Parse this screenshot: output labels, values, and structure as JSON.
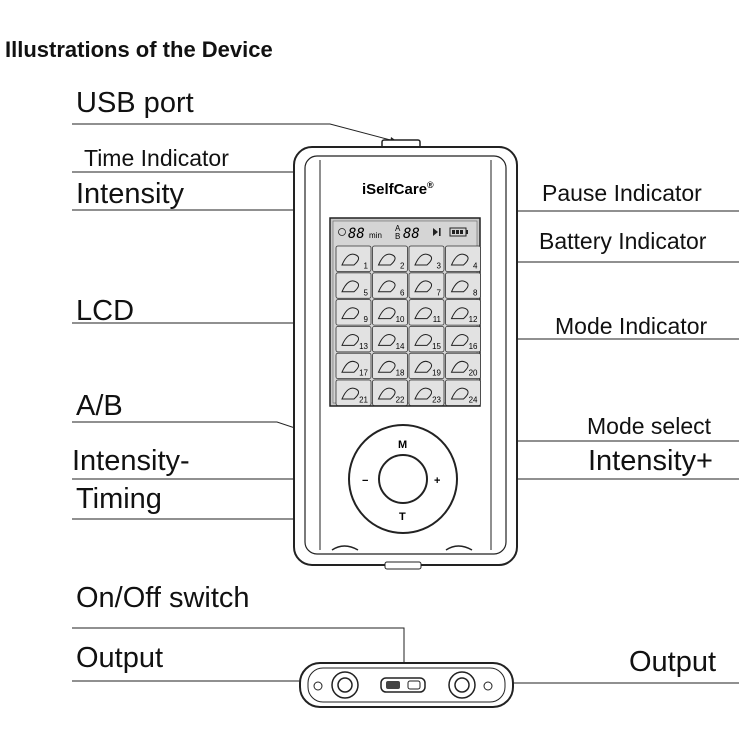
{
  "title": "Illustrations of the Device",
  "labels": {
    "usb_port": "USB  port",
    "time_indicator": "Time Indicator",
    "intensity": "Intensity",
    "pause_indicator": "Pause Indicator",
    "battery_indicator": "Battery Indicator",
    "lcd": "LCD",
    "mode_indicator": "Mode Indicator",
    "ab": "A/B",
    "mode_select": "Mode select",
    "intensity_minus": "Intensity-",
    "intensity_plus": "Intensity+",
    "timing": "Timing",
    "on_off_switch": "On/Off  switch",
    "output_left": "Output",
    "output_right": "Output"
  },
  "device": {
    "brand": "iSelfCare",
    "brand_mark": "®",
    "lcd_time": "88",
    "lcd_time_unit": "min",
    "lcd_ab_top": "A",
    "lcd_ab_bottom": "B",
    "lcd_intensity": "88",
    "mode_numbers": [
      "1",
      "2",
      "3",
      "4",
      "5",
      "6",
      "7",
      "8",
      "9",
      "10",
      "11",
      "12",
      "13",
      "14",
      "15",
      "16",
      "17",
      "18",
      "19",
      "20",
      "21",
      "22",
      "23",
      "24"
    ],
    "button_m": "M",
    "button_t": "T",
    "button_minus": "−",
    "button_plus": "+"
  }
}
